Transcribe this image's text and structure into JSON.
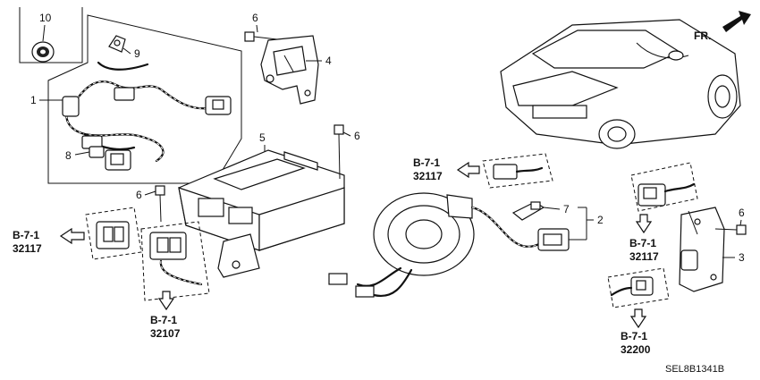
{
  "callouts": {
    "c1": "1",
    "c2": "2",
    "c3": "3",
    "c4": "4",
    "c5": "5",
    "c6a": "6",
    "c6b": "6",
    "c6c": "6",
    "c6d": "6",
    "c7": "7",
    "c8": "8",
    "c9": "9",
    "c10": "10"
  },
  "refs": {
    "ref_left": {
      "section": "B-7-1",
      "part": "32117"
    },
    "ref_bottom": {
      "section": "B-7-1",
      "part": "32107"
    },
    "ref_center": {
      "section": "B-7-1",
      "part": "32117"
    },
    "ref_right_mid": {
      "section": "B-7-1",
      "part": "32117"
    },
    "ref_right_low": {
      "section": "B-7-1",
      "part": "32200"
    }
  },
  "direction_label": "FR.",
  "diagram_code": "SEL8B1341B"
}
